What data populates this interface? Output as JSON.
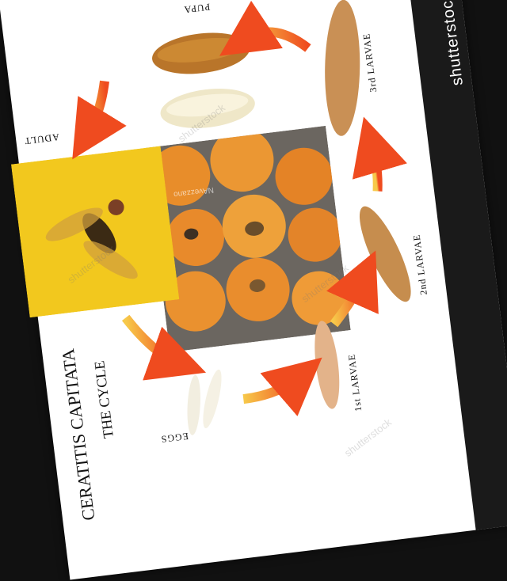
{
  "brand": "shutterstock",
  "title": {
    "line1": "THE CYCLE",
    "line2": "CERATITIS CAPITATA"
  },
  "stages": {
    "pupa": "PUPA",
    "adult": "ADULT",
    "eggs": "EGGS",
    "larvae1": "1st LARVAE",
    "larvae2": "2nd LARVAE",
    "larvae3": "3rd LARVAE"
  },
  "watermark": "shutterstock",
  "photo_credit": "NAvezzano",
  "colors": {
    "arrow_start": "#f7c94a",
    "arrow_end": "#ef4b1f",
    "background": "#ffffff",
    "band": "#1a1a1a"
  }
}
